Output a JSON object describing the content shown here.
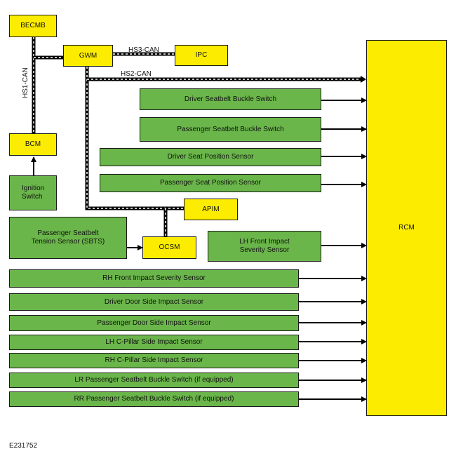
{
  "modules": {
    "becmb": "BECMB",
    "gwm": "GWM",
    "ipc": "IPC",
    "bcm": "BCM",
    "apim": "APIM",
    "ocsm": "OCSM",
    "rcm": "RCM"
  },
  "inputs": {
    "ignition_switch": "Ignition\nSwitch",
    "sbts": "Passenger Seatbelt\nTension Sensor (SBTS)",
    "lh_front_impact": "LH Front Impact\nSeverity Sensor",
    "driver_buckle": "Driver Seatbelt Buckle Switch",
    "passenger_buckle": "Passenger Seatbelt Buckle Switch",
    "driver_seat_pos": "Driver Seat Position Sensor",
    "passenger_seat_pos": "Passenger Seat Position Sensor",
    "rh_front_impact": "RH Front Impact Severity Sensor",
    "driver_door": "Driver Door Side Impact Sensor",
    "passenger_door": "Passenger Door Side Impact Sensor",
    "lh_cpillar": "LH C-Pillar Side Impact Sensor",
    "rh_cpillar": "RH C-Pillar Side Impact Sensor",
    "lr_buckle": "LR Passenger Seatbelt Buckle Switch (if equipped)",
    "rr_buckle": "RR Passenger Seatbelt Buckle Switch (if equipped)"
  },
  "networks": {
    "hs1": "HS1-CAN",
    "hs2": "HS2-CAN",
    "hs3": "HS3-CAN"
  },
  "figure_id": "E231752",
  "colors": {
    "module_fill": "#fcec00",
    "sensor_fill": "#6ab64a",
    "line": "#000000",
    "bus_dash": "#ffffff"
  }
}
